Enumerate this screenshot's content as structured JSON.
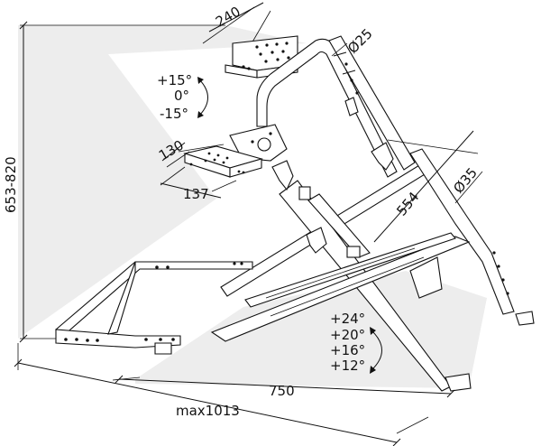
{
  "labels": {
    "top_plate_width": "240",
    "tube_diameter_top": "Ø25",
    "height_range": "653-820",
    "tilt_plus": "+15°",
    "tilt_zero": "0°",
    "tilt_minus": "-15°",
    "lower_plate_depth": "130",
    "lower_plate_width": "137",
    "tube_diameter_mid": "Ø35",
    "mid_length": "554",
    "angle_24": "+24°",
    "angle_20": "+20°",
    "angle_16": "+16°",
    "angle_12": "+12°",
    "base_length": "750",
    "max_length": "max1013"
  }
}
